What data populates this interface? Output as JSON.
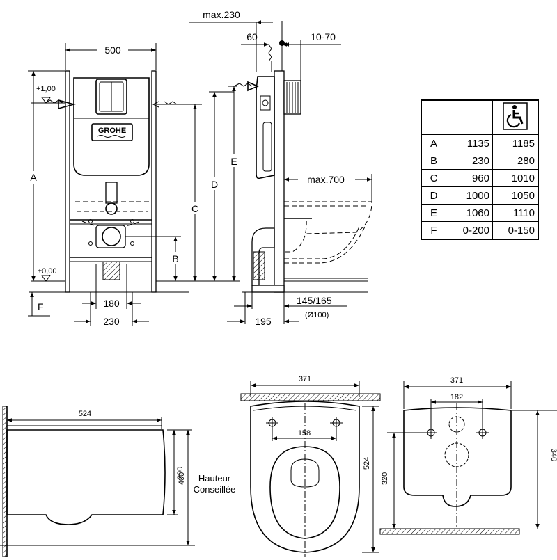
{
  "brand": "GROHE",
  "frame_dims": {
    "width_500": "500",
    "max_230": "max.230",
    "d60": "60",
    "d10_70": "10-70",
    "max_700": "max.700",
    "d180": "180",
    "d230": "230",
    "d195": "195",
    "d145_165": "145/165",
    "d100": "(Ø100)",
    "level_plus": "+1,00",
    "level_zero": "±0,00",
    "letters": {
      "A": "A",
      "B": "B",
      "C": "C",
      "D": "D",
      "E": "E",
      "F": "F"
    }
  },
  "spec_table": {
    "header_icon": "wheelchair-accessibility-icon",
    "rows": [
      {
        "label": "A",
        "standard": "1135",
        "accessible": "1185"
      },
      {
        "label": "B",
        "standard": "230",
        "accessible": "280"
      },
      {
        "label": "C",
        "standard": "960",
        "accessible": "1010"
      },
      {
        "label": "D",
        "standard": "1000",
        "accessible": "1050"
      },
      {
        "label": "E",
        "standard": "1060",
        "accessible": "1110"
      },
      {
        "label": "F",
        "standard": "0-200",
        "accessible": "0-150"
      }
    ]
  },
  "bowl_side": {
    "length": "524",
    "height_290": "290",
    "height_400": "400",
    "note_line1": "Hauteur",
    "note_line2": "Conseillée"
  },
  "bowl_top": {
    "width": "371",
    "hole_spacing": "158",
    "length": "524"
  },
  "bowl_back": {
    "width": "371",
    "hole_spacing": "182",
    "height_340": "340",
    "height_320": "320"
  }
}
